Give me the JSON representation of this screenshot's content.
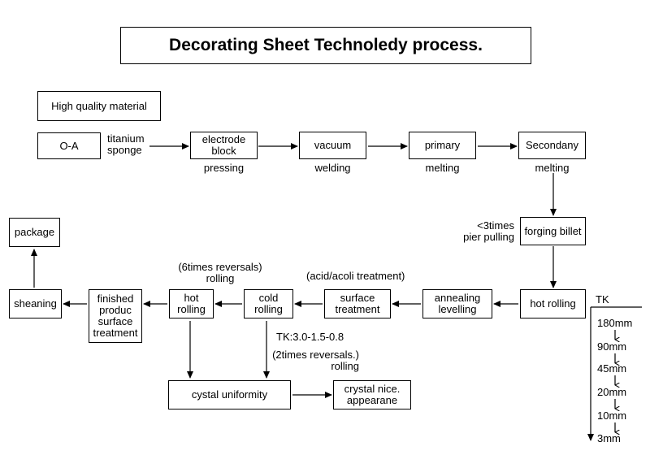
{
  "title": "Decorating Sheet Technoledy process.",
  "nodes": {
    "high_quality": "High quality material",
    "oa": "O-A",
    "electrode_block": "electrode\nblock",
    "vacuum": "vacuum",
    "primary": "primary",
    "secondany": "Secondany",
    "forging_billet": "forging billet",
    "hot_rolling_main": "hot rolling",
    "annealing": "annealing\nlevelling",
    "surface_treatment": "surface\ntreatment",
    "cold_rolling": "cold\nrolling",
    "hot_rolling": "hot\nrolling",
    "finished": "finished\nproduc\nsurface\ntreatment",
    "sheaning": "sheaning",
    "package": "package",
    "uniformity": "cystal uniformity",
    "nice": "crystal nice.\nappearane"
  },
  "labels": {
    "titanium_sponge": "titanium\nsponge",
    "pressing": "pressing",
    "welding": "welding",
    "melting_1": "melting",
    "melting_2": "melting",
    "pier_pulling": "<3times\npier pulling",
    "acid": "(acid/acoli treatment)",
    "reversals_6": "(6times reversals)\nrolling",
    "tk_seq": "TK:3.0-1.5-0.8",
    "reversals_2": "(2times reversals.)\nrolling"
  },
  "tk": {
    "label": "TK",
    "values": [
      "180mm",
      "90mm",
      "45mm",
      "20mm",
      "10mm",
      "3mm"
    ]
  }
}
